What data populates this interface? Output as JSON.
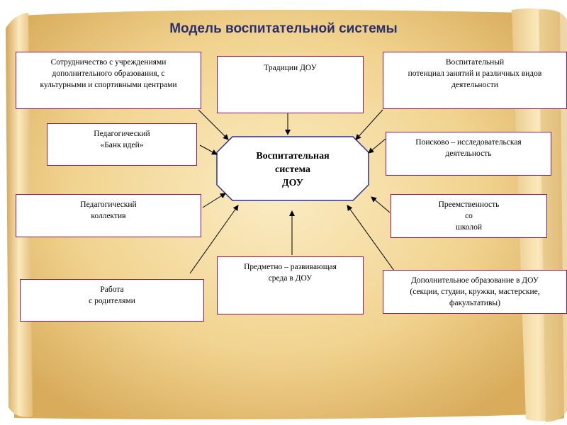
{
  "title": "Модель воспитательной системы",
  "center": "Воспитательная\nсистема\nДОУ",
  "boxes": {
    "cooperation": "Сотрудничество с учреждениями\nдополнительного образования, с\nкультурными и спортивными центрами",
    "traditions": "Традиции ДОУ",
    "potential": "Воспитательный\nпотенциал занятий и различных видов\nдеятельности",
    "ideas_bank": "Педагогический\n«Банк идей»",
    "research": "Поисково – исследовательская\nдеятельность",
    "ped_team": "Педагогический\nколлектив",
    "continuity": "Преемственность\nсо\nшколой",
    "environment": "Предметно – развивающая\nсреда в ДОУ",
    "parents": "Работа\nс родителями",
    "additional_ed": "Дополнительное образование в ДОУ\n(секции, студии, кружки, мастерские,\nфакультативы)"
  },
  "colors": {
    "box_border": "#9e1658",
    "center_border": "#2c3190",
    "title": "#2b2f6b",
    "parchment": "#f2d79a"
  }
}
